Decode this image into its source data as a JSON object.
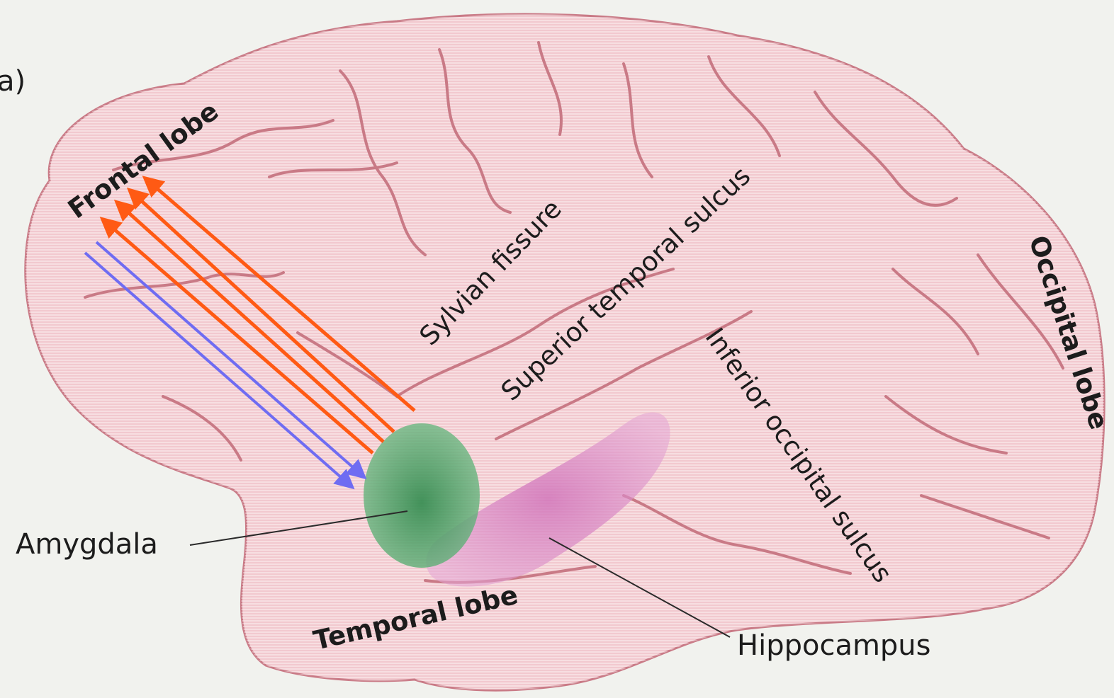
{
  "figure": {
    "panel_label": "a)"
  },
  "labels": {
    "frontal_lobe": "Frontal lobe",
    "sylvian_fissure": "Sylvian fissure",
    "superior_temporal_sulcus": "Superior temporal sulcus",
    "inferior_occipital_sulcus": "Inferior occipital sulcus",
    "occipital_lobe": "Occipital lobe",
    "temporal_lobe": "Temporal lobe",
    "amygdala": "Amygdala",
    "hippocampus": "Hippocampus"
  },
  "colors": {
    "brain_fill": "#f2c9cf",
    "gyrus_line": "#c97a86",
    "amygdala": "#3f9a5c",
    "hippocampus": "#d684c4",
    "orange_arrows": "#ff5a14",
    "blue_arrows": "#6f6cf2"
  },
  "arrows": {
    "orange_count": 4,
    "blue_count": 2,
    "orange_direction": "amygdala-to-frontal-lobe",
    "blue_direction": "frontal-lobe-to-amygdala"
  }
}
